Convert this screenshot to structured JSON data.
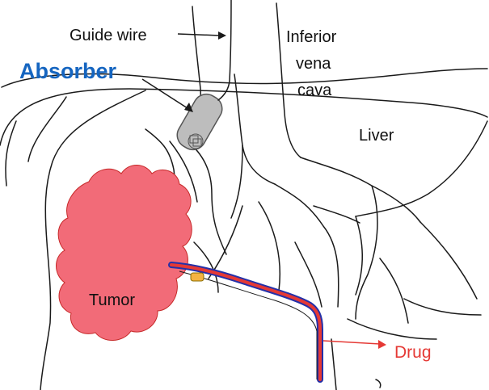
{
  "labels": {
    "guide_wire": "Guide wire",
    "ivc_line1": "Inferior",
    "ivc_line2": "vena",
    "ivc_line3": "cava",
    "absorber": "Absorber",
    "liver": "Liver",
    "tumor": "Tumor",
    "drug": "Drug"
  },
  "colors": {
    "absorber_text": "#1565c0",
    "absorber_body": "#bdbdbd",
    "tumor_fill": "#f26b78",
    "drug_text": "#e53935",
    "catheter_red": "#e53935",
    "catheter_blue": "#2430a8",
    "marker": "#f5b342"
  }
}
